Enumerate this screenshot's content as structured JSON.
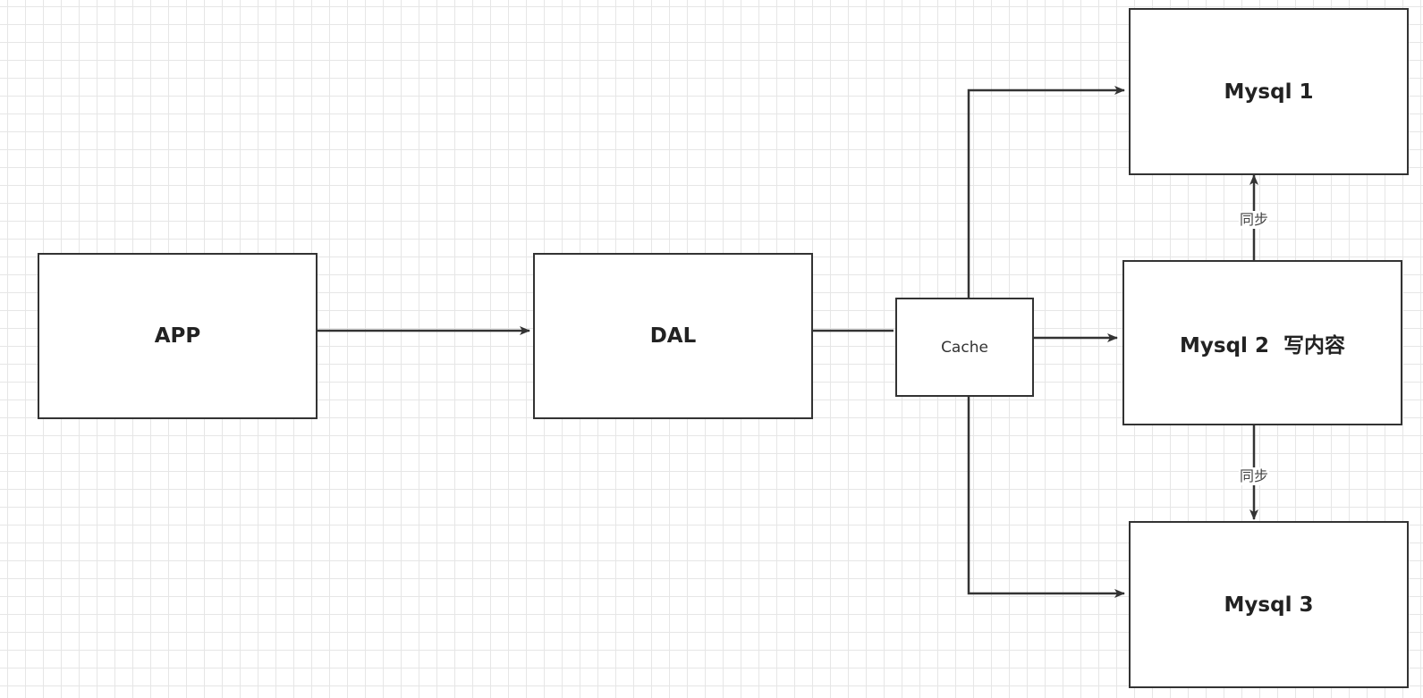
{
  "nodes": {
    "app": "APP",
    "dal": "DAL",
    "cache": "Cache",
    "mysql1": "Mysql 1",
    "mysql2": "Mysql 2  写内容",
    "mysql3": "Mysql 3"
  },
  "edge_labels": {
    "sync_up": "同步",
    "sync_down": "同步"
  },
  "colors": {
    "stroke": "#333333",
    "grid": "#e6e6e6",
    "background": "#ffffff"
  }
}
